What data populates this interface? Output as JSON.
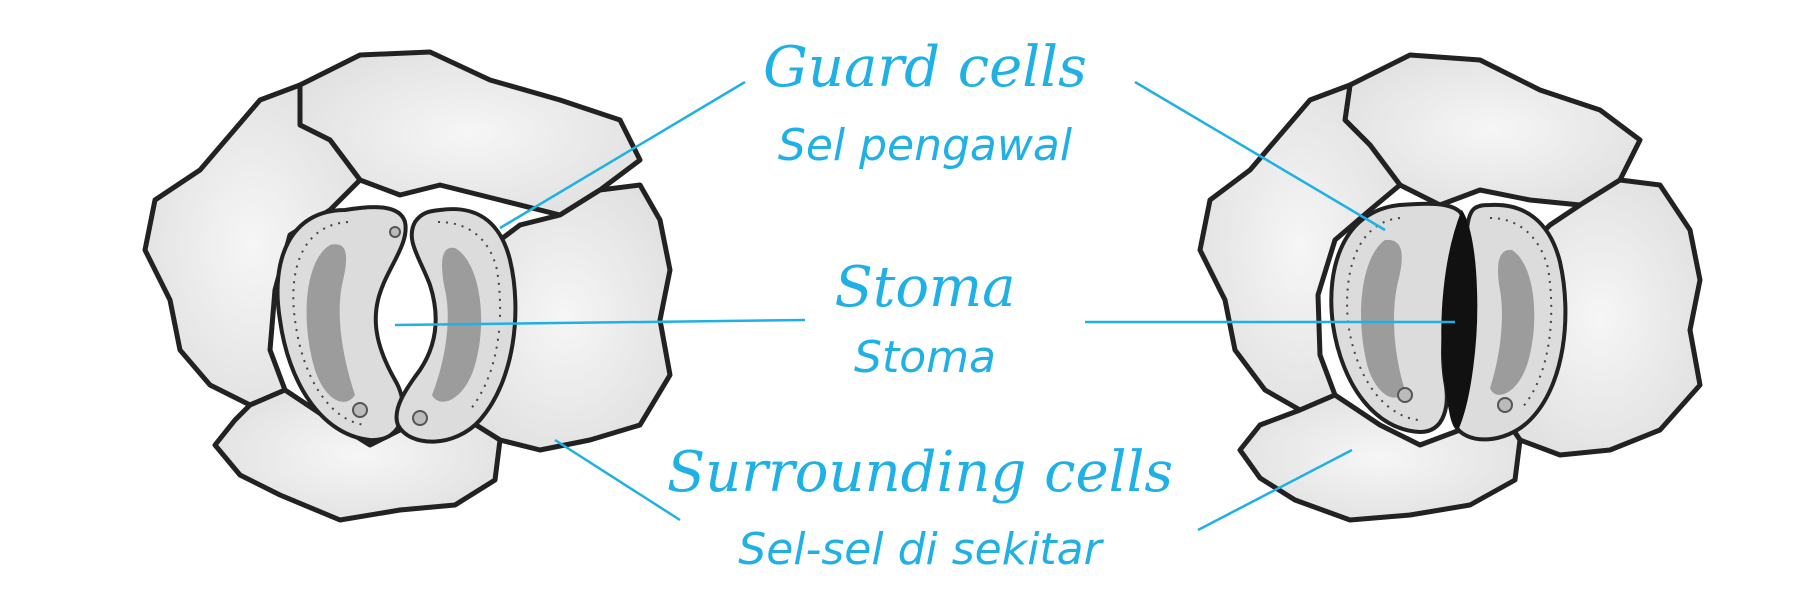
{
  "labels": {
    "guard_cells": {
      "english": "Guard cells",
      "malay": "Sel pengawal"
    },
    "stoma": {
      "english": "Stoma",
      "malay": "Stoma"
    },
    "surrounding_cells": {
      "english": "Surrounding cells",
      "malay": "Sel-sel di sekitar"
    }
  },
  "colors": {
    "label_text": "#1fb0e6",
    "leader_line": "#1fb0e6",
    "cell_outline": "#222222",
    "cell_fill": "#e9e9e9",
    "guard_cell_fill": "#d8d8d8",
    "chloroplast": "#9c9c9c",
    "closed_stoma_pore": "#111111"
  },
  "diagrams": [
    {
      "id": "open-stoma",
      "state": "open"
    },
    {
      "id": "closed-stoma",
      "state": "closed"
    }
  ]
}
